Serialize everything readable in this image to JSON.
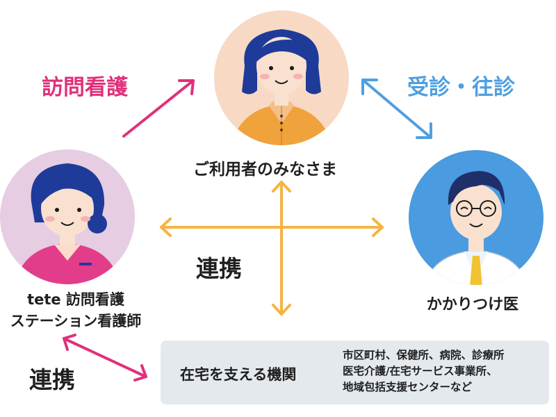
{
  "labels": {
    "user": "ご利用者のみなさま",
    "nurse_line1": "tete 訪問看護",
    "nurse_line2": "ステーション看護師",
    "doctor": "かかりつけ医",
    "visiting_nursing": "訪問看護",
    "consultation": "受診・往診",
    "cooperation_center": "連携",
    "cooperation_left": "連携"
  },
  "organizations": {
    "title": "在宅を支える機関",
    "lines": [
      "市区町村、保健所、病院、診療所",
      "医宅介護/在宅サービス事業所、",
      "地域包括支援センターなど"
    ]
  },
  "colors": {
    "pink": "#e0307a",
    "blue": "#4f9fe0",
    "orange": "#f5b443",
    "box": "#e4e9ee"
  }
}
